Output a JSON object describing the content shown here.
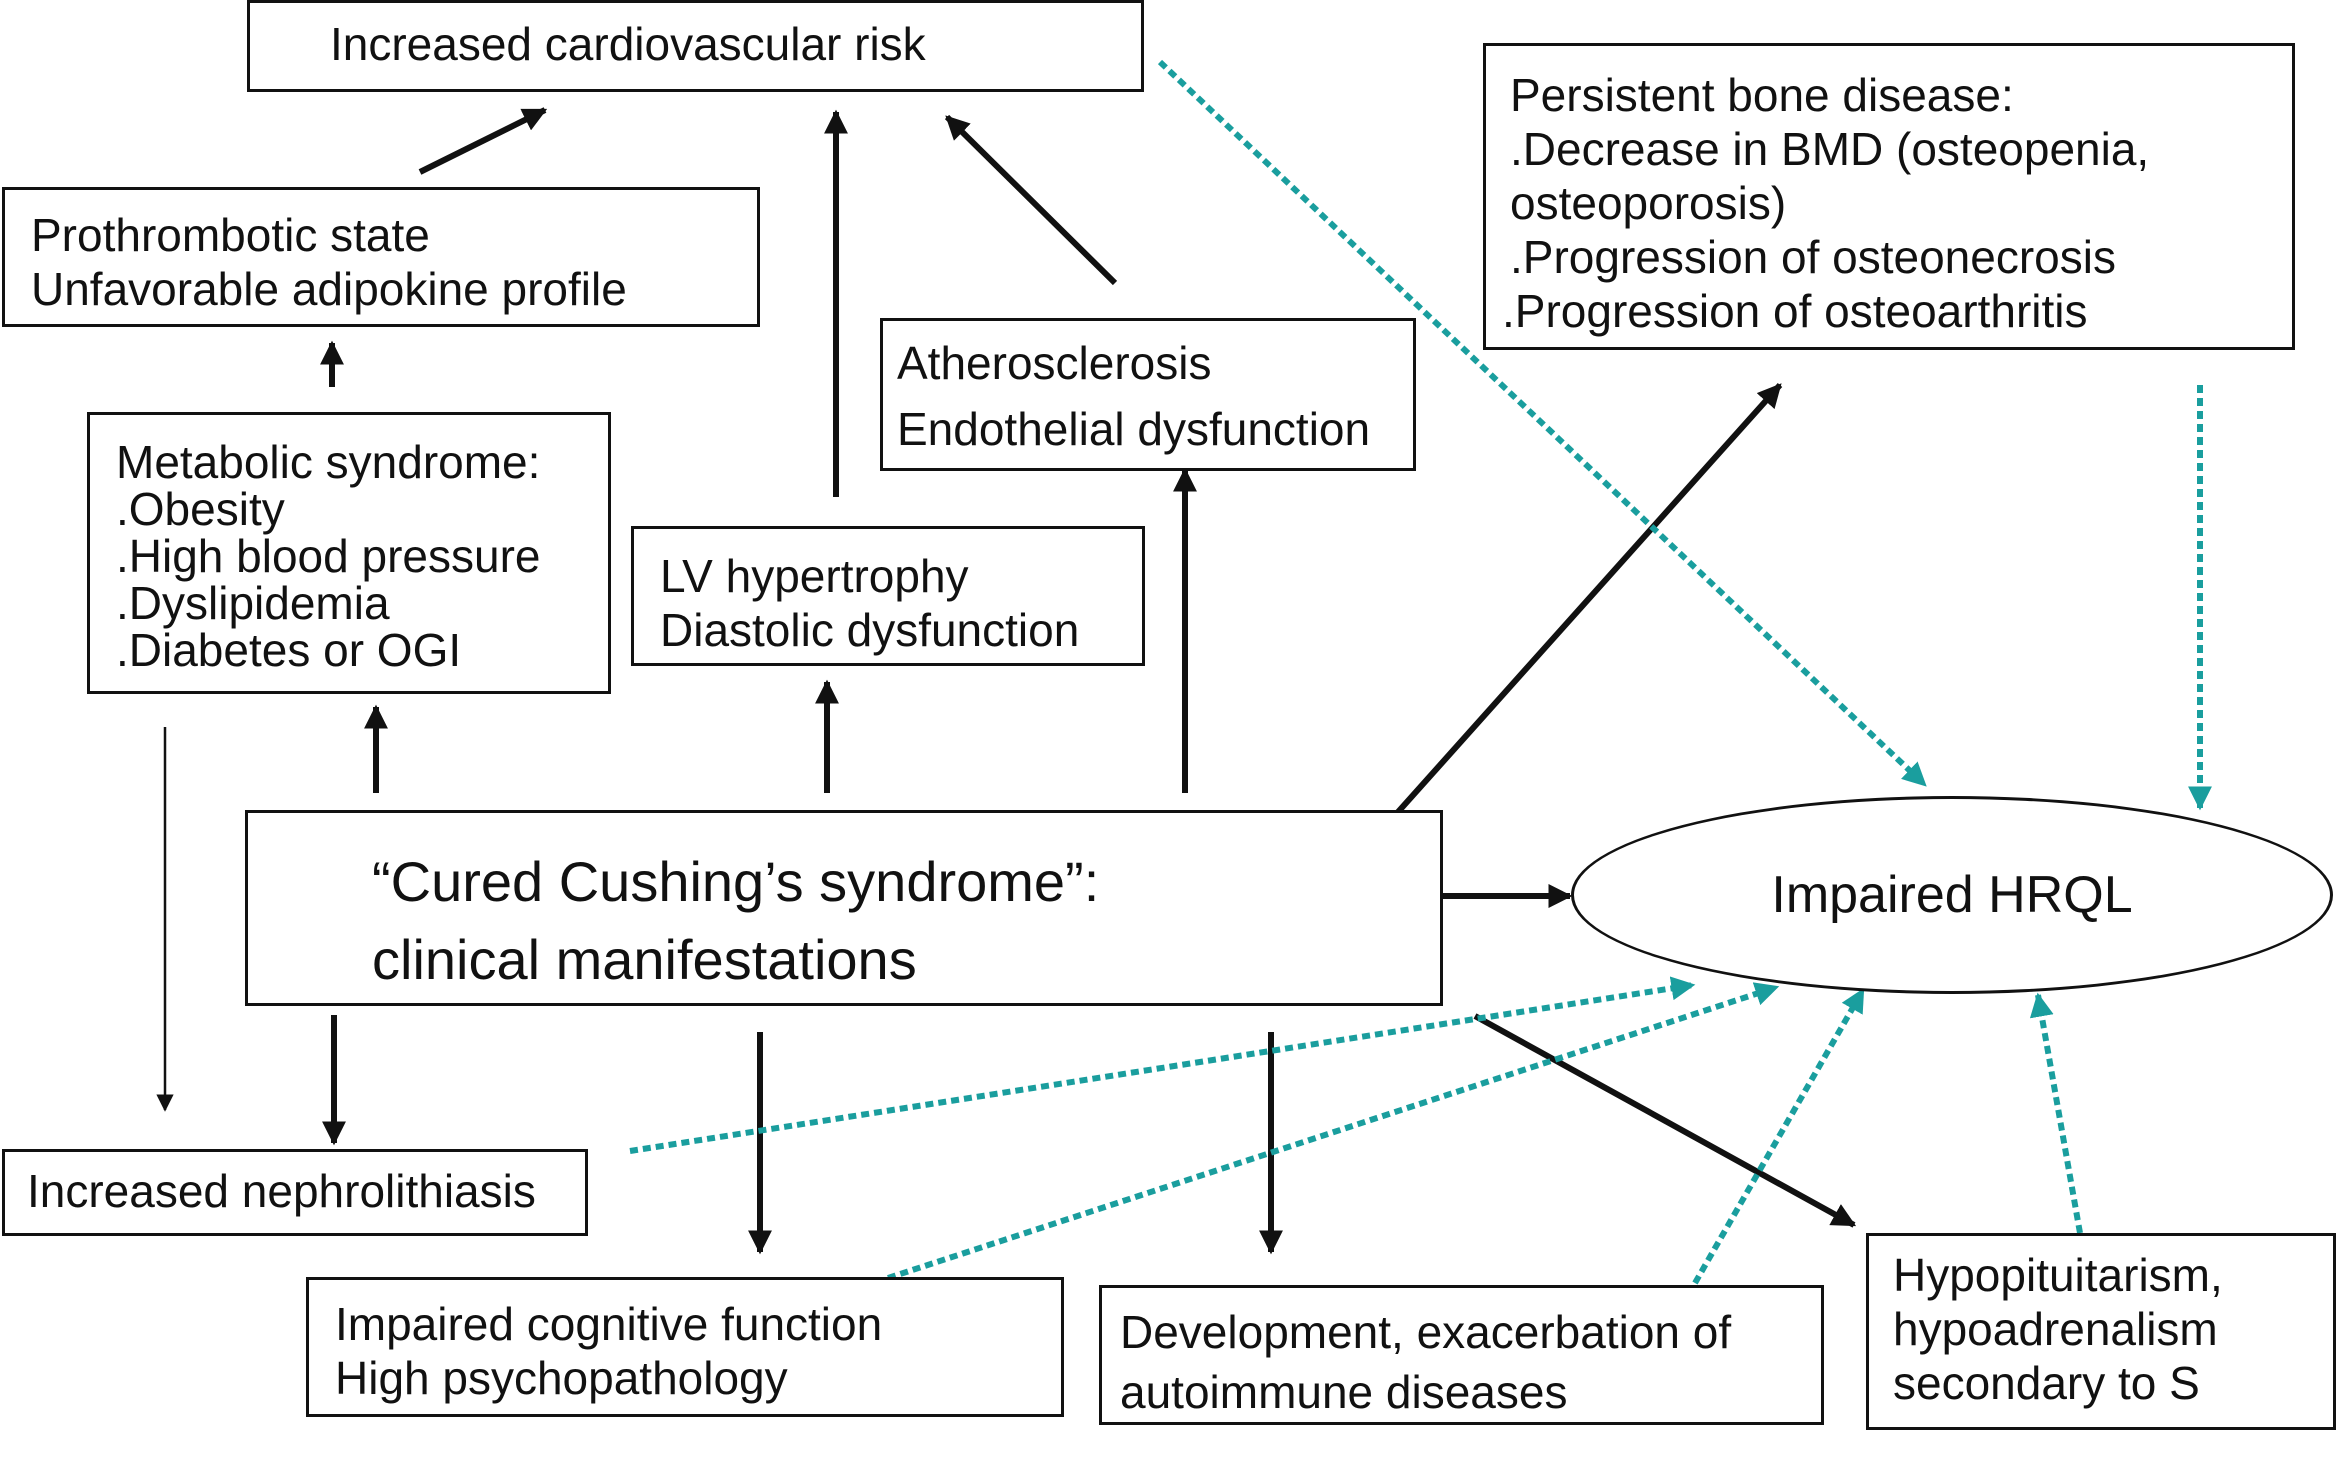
{
  "nodes": {
    "cv_risk": {
      "lines": [
        "Increased cardiovascular risk"
      ]
    },
    "bone": {
      "lines": [
        "Persistent bone disease:",
        ".Decrease in BMD (osteopenia,",
        "osteoporosis)",
        ".Progression of osteonecrosis",
        ".Progression of osteoarthritis"
      ]
    },
    "prothrombotic": {
      "lines": [
        "Prothrombotic state",
        "Unfavorable adipokine profile"
      ]
    },
    "athero": {
      "lines": [
        "Atherosclerosis",
        "Endothelial dysfunction"
      ]
    },
    "metabolic": {
      "lines": [
        "Metabolic syndrome:",
        ".Obesity",
        ".High blood pressure",
        ".Dyslipidemia",
        ".Diabetes or OGI"
      ]
    },
    "lv": {
      "lines": [
        "LV hypertrophy",
        "Diastolic dysfunction"
      ]
    },
    "cured": {
      "lines": [
        "“Cured Cushing’s syndrome”:",
        "clinical manifestations"
      ]
    },
    "hrql": {
      "lines": [
        "Impaired HRQL"
      ]
    },
    "nephro": {
      "lines": [
        "Increased nephrolithiasis"
      ]
    },
    "cognitive": {
      "lines": [
        "Impaired cognitive function",
        "High psychopathology"
      ]
    },
    "autoimmune": {
      "lines": [
        "Development, exacerbation of",
        "autoimmune diseases"
      ]
    },
    "hypopit": {
      "lines": [
        "Hypopituitarism,",
        "hypoadrenalism",
        "secondary to S"
      ]
    }
  },
  "colors": {
    "solid_arrow": "#111111",
    "dotted_arrow": "#1a9e9e"
  }
}
